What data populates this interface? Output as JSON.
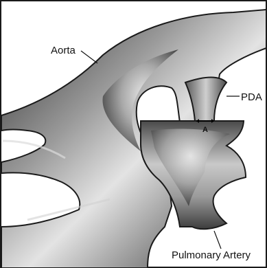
{
  "labels": {
    "aorta": "Aorta",
    "pda": "PDA",
    "measurement": "A",
    "pulmonary_artery": "Pulmonary Artery"
  },
  "colors": {
    "background": "#ffffff",
    "outer_frame": "#1a1a1a",
    "vessel_dark": "#3a3a3a",
    "vessel_mid": "#8a8a8a",
    "vessel_light": "#d9d9d9",
    "inner_lumen": "#bdbdbd"
  }
}
